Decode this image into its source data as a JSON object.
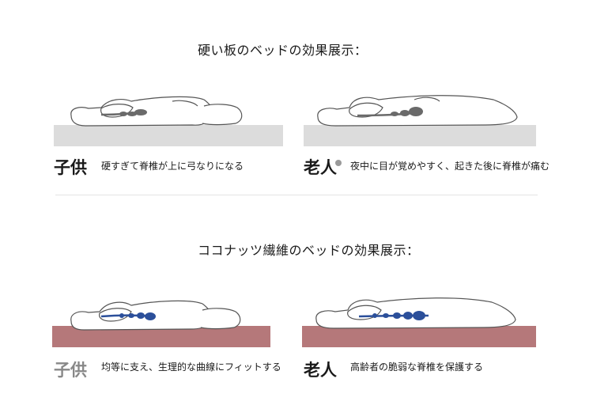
{
  "hard_board": {
    "title": "硬い板のベッドの効果展示：",
    "child": {
      "label": "子供",
      "caption": "硬すぎて脊椎が上に弓なりになる"
    },
    "elder": {
      "label": "老人",
      "caption": "夜中に目が覚めやすく、起きた後に脊椎が痛む"
    }
  },
  "coconut": {
    "title": "ココナッツ繊維のベッドの効果展示：",
    "child": {
      "label": "子供",
      "caption": "均等に支え、生理的な曲線にフィットする"
    },
    "elder": {
      "label": "老人",
      "caption": "高齢者の脆弱な脊椎を保護する"
    }
  },
  "colors": {
    "hard_surface": "#dcdcdc",
    "coconut_surface": "#b5787a",
    "spine_hard": "#6a6a6a",
    "spine_coconut": "#2b4f9a"
  }
}
